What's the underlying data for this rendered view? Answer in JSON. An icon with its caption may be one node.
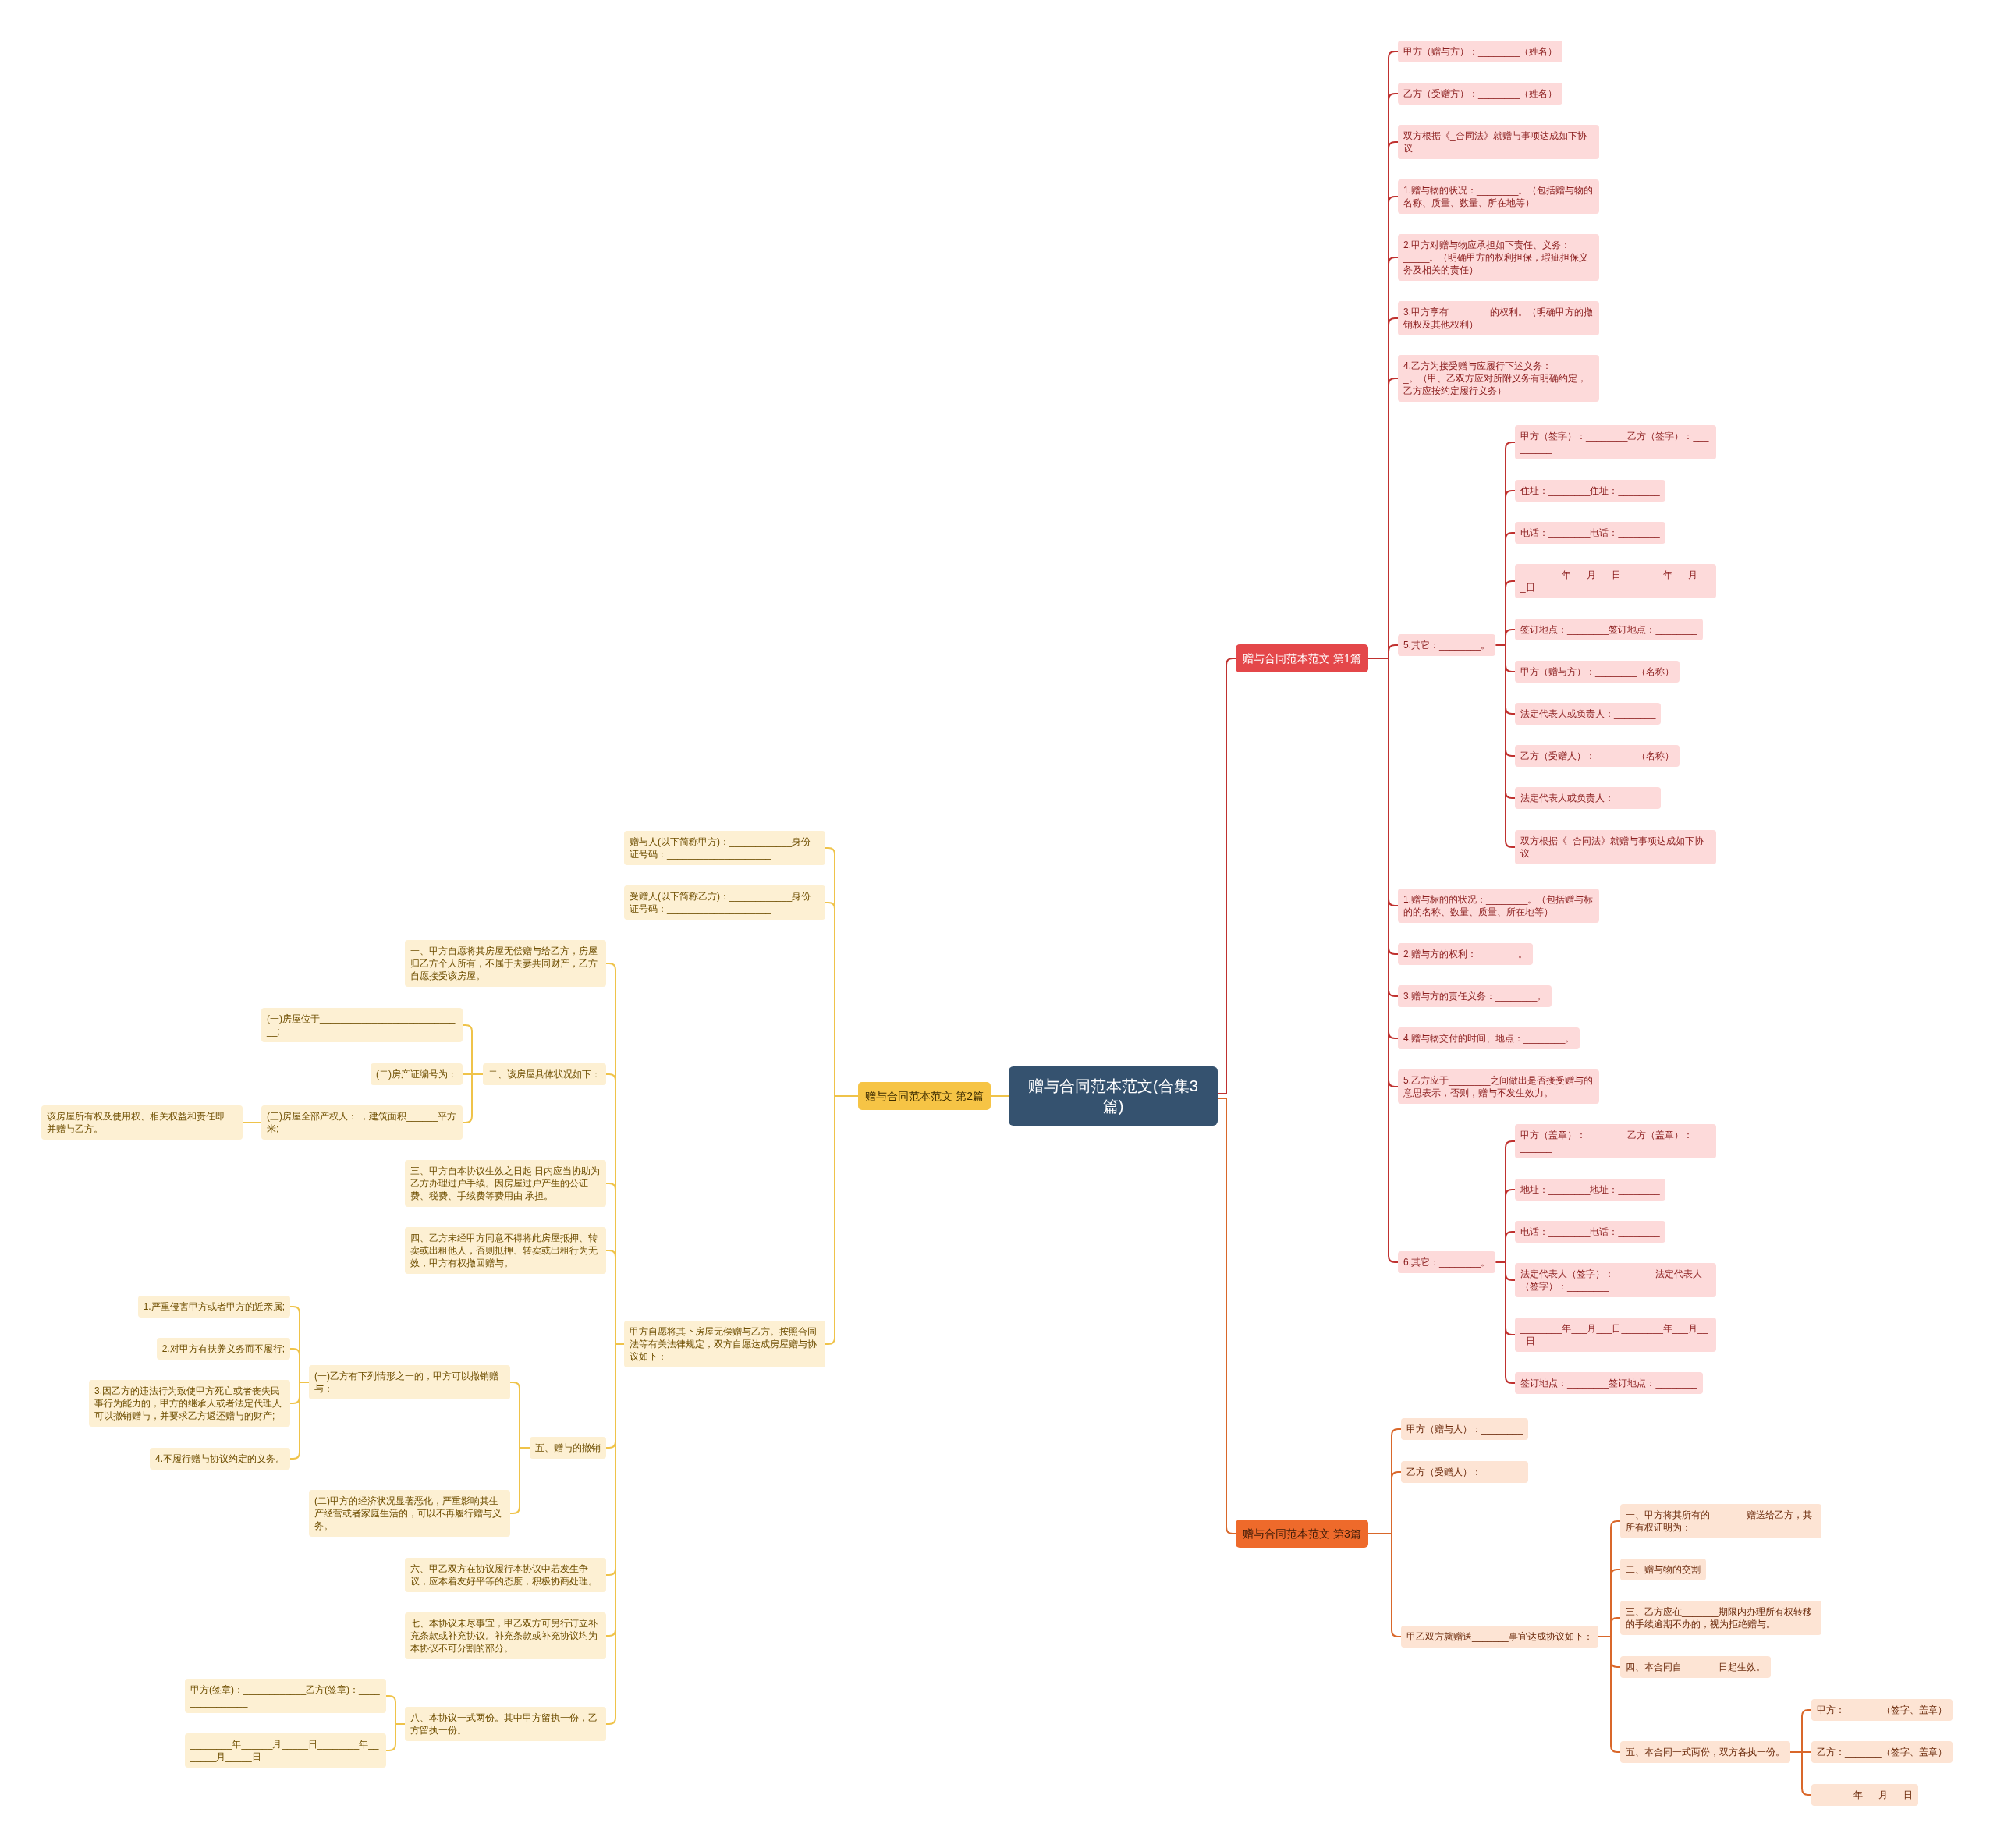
{
  "diagram": {
    "nodes": [
      {
        "text": [
          "赠与合同范本范文(合集3篇)"
        ]
      },
      {
        "text": [
          "赠与合同范本范文 第1篇"
        ]
      },
      {
        "text": [
          "甲方（赠与方）：________（姓名）"
        ]
      },
      {
        "text": [
          "乙方（受赠方）：________（姓名）"
        ]
      },
      {
        "text": [
          "双方根据《_合同法》就赠与事项达成如下协议"
        ]
      },
      {
        "text": [
          "1.赠与物的状况：________。（包括赠与物的名称、质量、数量、所在地等）"
        ]
      },
      {
        "text": [
          "2.甲方对赠与物应承担如下责任、义务：_________。（明确甲方的权利担保，瑕疵担保义务及相关的责任）"
        ]
      },
      {
        "text": [
          "3.甲方享有________的权利。（明确甲方的撤销权及其他权利）"
        ]
      },
      {
        "text": [
          "4.乙方为接受赠与应履行下述义务：_________。（甲、乙双方应对所附义务有明确约定，乙方应按约定履行义务）"
        ]
      },
      {
        "text": [
          "5.其它：________。"
        ]
      },
      {
        "text": [
          "甲方（签字）：________乙方（签字）：_________"
        ]
      },
      {
        "text": [
          "住址：________住址：________"
        ]
      },
      {
        "text": [
          "电话：________电话：________"
        ]
      },
      {
        "text": [
          "________年___月___日________年___月___日"
        ]
      },
      {
        "text": [
          "签订地点：________签订地点：________"
        ]
      },
      {
        "text": [
          "甲方（赠与方）：________（名称）"
        ]
      },
      {
        "text": [
          "法定代表人或负责人：________"
        ]
      },
      {
        "text": [
          "乙方（受赠人）：________（名称）"
        ]
      },
      {
        "text": [
          "法定代表人或负责人：________"
        ]
      },
      {
        "text": [
          "双方根据《_合同法》就赠与事项达成如下协议"
        ]
      },
      {
        "text": [
          "1.赠与标的的状况：________。（包括赠与标的的名称、数量、质量、所在地等）"
        ]
      },
      {
        "text": [
          "2.赠与方的权利：________。"
        ]
      },
      {
        "text": [
          "3.赠与方的责任义务：________。"
        ]
      },
      {
        "text": [
          "4.赠与物交付的时间、地点：________。"
        ]
      },
      {
        "text": [
          "5.乙方应于________之间做出是否接受赠与的意思表示，否则，赠与不发生效力。"
        ]
      },
      {
        "text": [
          "6.其它：________。"
        ]
      },
      {
        "text": [
          "甲方（盖章）：________乙方（盖章）：_________"
        ]
      },
      {
        "text": [
          "地址：________地址：________"
        ]
      },
      {
        "text": [
          "电话：________电话：________"
        ]
      },
      {
        "text": [
          "法定代表人（签字）：________法定代表人（签字）：________"
        ]
      },
      {
        "text": [
          "________年___月___日________年___月___日"
        ]
      },
      {
        "text": [
          "签订地点：________签订地点：________"
        ]
      },
      {
        "text": [
          "赠与合同范本范文 第2篇"
        ]
      },
      {
        "text": [
          "赠与人(以下简称甲方)：____________身份证号码：____________________"
        ]
      },
      {
        "text": [
          "受赠人(以下简称乙方)：____________身份证号码：____________________"
        ]
      },
      {
        "text": [
          "甲方自愿将其下房屋无偿赠与乙方。按照合同法等有关法律规定，双方自愿达成房屋赠与协议如下："
        ]
      },
      {
        "text": [
          "一、甲方自愿将其房屋无偿赠与给乙方，房屋归乙方个人所有，不属于夫妻共同财产，乙方自愿接受该房屋。"
        ]
      },
      {
        "text": [
          "二、该房屋具体状况如下："
        ]
      },
      {
        "text": [
          "(一)房屋位于____________________________;"
        ]
      },
      {
        "text": [
          "(二)房产证编号为："
        ]
      },
      {
        "text": [
          "(三)房屋全部产权人： ，建筑面积______平方米;"
        ]
      },
      {
        "text": [
          "该房屋所有权及使用权、相关权益和责任即一并赠与乙方。"
        ]
      },
      {
        "text": [
          "三、甲方自本协议生效之日起 日内应当协助为乙方办理过户手续。因房屋过户产生的公证费、税费、手续费等费用由 承担。"
        ]
      },
      {
        "text": [
          "四、乙方未经甲方同意不得将此房屋抵押、转卖或出租他人，否则抵押、转卖或出租行为无效，甲方有权撤回赠与。"
        ]
      },
      {
        "text": [
          "五、赠与的撤销"
        ]
      },
      {
        "text": [
          "(一)乙方有下列情形之一的，甲方可以撤销赠与："
        ]
      },
      {
        "text": [
          "1.严重侵害甲方或者甲方的近亲属;"
        ]
      },
      {
        "text": [
          "2.对甲方有扶养义务而不履行;"
        ]
      },
      {
        "text": [
          "3.因乙方的违法行为致使甲方死亡或者丧失民事行为能力的，甲方的继承人或者法定代理人可以撤销赠与，并要求乙方返还赠与的财产;"
        ]
      },
      {
        "text": [
          "4.不履行赠与协议约定的义务。"
        ]
      },
      {
        "text": [
          "(二)甲方的经济状况显著恶化，严重影响其生产经营或者家庭生活的，可以不再履行赠与义务。"
        ]
      },
      {
        "text": [
          "六、甲乙双方在协议履行本协议中若发生争议，应本着友好平等的态度，积极协商处理。"
        ]
      },
      {
        "text": [
          "七、本协议未尽事宜，甲乙双方可另行订立补充条款或补充协议。补充条款或补充协议均为本协议不可分割的部分。"
        ]
      },
      {
        "text": [
          "八、本协议一式两份。其中甲方留执一份，乙方留执一份。"
        ]
      },
      {
        "text": [
          "甲方(签章)：____________乙方(签章)：_______________"
        ]
      },
      {
        "text": [
          "________年______月_____日________年_______月_____日"
        ]
      },
      {
        "text": [
          "赠与合同范本范文 第3篇"
        ]
      },
      {
        "text": [
          "甲方（赠与人）：________"
        ]
      },
      {
        "text": [
          "乙方（受赠人）：________"
        ]
      },
      {
        "text": [
          "甲乙双方就赠送_______事宜达成协议如下："
        ]
      },
      {
        "text": [
          "一、甲方将其所有的_______赠送给乙方，其所有权证明为："
        ]
      },
      {
        "text": [
          "二、赠与物的交割"
        ]
      },
      {
        "text": [
          "三、乙方应在_______期限内办理所有权转移的手续逾期不办的，视为拒绝赠与。"
        ]
      },
      {
        "text": [
          "四、本合同自_______日起生效。"
        ]
      },
      {
        "text": [
          "五、本合同一式两份，双方各执一份。"
        ]
      },
      {
        "text": [
          "甲方：_______（签字、盖章）"
        ]
      },
      {
        "text": [
          "乙方：_______（签字、盖章）"
        ]
      },
      {
        "text": [
          "_______年___月___日"
        ]
      }
    ],
    "edges": [
      {
        "from": 0,
        "to": 1,
        "arrow": "none"
      },
      {
        "from": 0,
        "to": 32,
        "arrow": "none",
        "color": "#efc34a"
      },
      {
        "from": 0,
        "to": 56,
        "arrow": "none",
        "color": "#d9672a"
      },
      {
        "from": 1,
        "to": 2,
        "arrow": "none"
      },
      {
        "from": 1,
        "to": 3,
        "arrow": "none"
      },
      {
        "from": 1,
        "to": 4,
        "arrow": "none"
      },
      {
        "from": 1,
        "to": 5,
        "arrow": "none"
      },
      {
        "from": 1,
        "to": 6,
        "arrow": "none"
      },
      {
        "from": 1,
        "to": 7,
        "arrow": "none"
      },
      {
        "from": 1,
        "to": 8,
        "arrow": "none"
      },
      {
        "from": 1,
        "to": 9,
        "arrow": "none"
      },
      {
        "from": 9,
        "to": 10,
        "arrow": "none"
      },
      {
        "from": 9,
        "to": 11,
        "arrow": "none"
      },
      {
        "from": 9,
        "to": 12,
        "arrow": "none"
      },
      {
        "from": 9,
        "to": 13,
        "arrow": "none"
      },
      {
        "from": 9,
        "to": 14,
        "arrow": "none"
      },
      {
        "from": 9,
        "to": 15,
        "arrow": "none"
      },
      {
        "from": 9,
        "to": 16,
        "arrow": "none"
      },
      {
        "from": 9,
        "to": 17,
        "arrow": "none"
      },
      {
        "from": 9,
        "to": 18,
        "arrow": "none"
      },
      {
        "from": 9,
        "to": 19,
        "arrow": "none"
      },
      {
        "from": 1,
        "to": 20,
        "arrow": "none"
      },
      {
        "from": 1,
        "to": 21,
        "arrow": "none"
      },
      {
        "from": 1,
        "to": 22,
        "arrow": "none"
      },
      {
        "from": 1,
        "to": 23,
        "arrow": "none"
      },
      {
        "from": 1,
        "to": 24,
        "arrow": "none"
      },
      {
        "from": 1,
        "to": 25,
        "arrow": "none"
      },
      {
        "from": 25,
        "to": 26,
        "arrow": "none"
      },
      {
        "from": 25,
        "to": 27,
        "arrow": "none"
      },
      {
        "from": 25,
        "to": 28,
        "arrow": "none"
      },
      {
        "from": 25,
        "to": 29,
        "arrow": "none"
      },
      {
        "from": 25,
        "to": 30,
        "arrow": "none"
      },
      {
        "from": 25,
        "to": 31,
        "arrow": "none"
      },
      {
        "from": 32,
        "to": 33,
        "arrow": "none",
        "color": "#efc34a"
      },
      {
        "from": 32,
        "to": 34,
        "arrow": "none",
        "color": "#efc34a"
      },
      {
        "from": 32,
        "to": 35,
        "arrow": "none",
        "color": "#efc34a"
      },
      {
        "from": 35,
        "to": 36,
        "arrow": "none",
        "color": "#efc34a"
      },
      {
        "from": 35,
        "to": 37,
        "arrow": "none",
        "color": "#efc34a"
      },
      {
        "from": 37,
        "to": 38,
        "arrow": "none",
        "color": "#efc34a"
      },
      {
        "from": 37,
        "to": 39,
        "arrow": "none",
        "color": "#efc34a"
      },
      {
        "from": 37,
        "to": 40,
        "arrow": "none",
        "color": "#efc34a"
      },
      {
        "from": 40,
        "to": 41,
        "arrow": "none",
        "color": "#efc34a"
      },
      {
        "from": 35,
        "to": 42,
        "arrow": "none",
        "color": "#efc34a"
      },
      {
        "from": 35,
        "to": 43,
        "arrow": "none",
        "color": "#efc34a"
      },
      {
        "from": 35,
        "to": 44,
        "arrow": "none",
        "color": "#efc34a"
      },
      {
        "from": 44,
        "to": 45,
        "arrow": "none",
        "color": "#efc34a"
      },
      {
        "from": 45,
        "to": 46,
        "arrow": "none",
        "color": "#efc34a"
      },
      {
        "from": 45,
        "to": 47,
        "arrow": "none",
        "color": "#efc34a"
      },
      {
        "from": 45,
        "to": 48,
        "arrow": "none",
        "color": "#efc34a"
      },
      {
        "from": 45,
        "to": 49,
        "arrow": "none",
        "color": "#efc34a"
      },
      {
        "from": 44,
        "to": 50,
        "arrow": "none",
        "color": "#efc34a"
      },
      {
        "from": 35,
        "to": 51,
        "arrow": "none",
        "color": "#efc34a"
      },
      {
        "from": 35,
        "to": 52,
        "arrow": "none",
        "color": "#efc34a"
      },
      {
        "from": 35,
        "to": 53,
        "arrow": "none",
        "color": "#efc34a"
      },
      {
        "from": 53,
        "to": 54,
        "arrow": "none",
        "color": "#efc34a"
      },
      {
        "from": 53,
        "to": 55,
        "arrow": "none",
        "color": "#efc34a"
      },
      {
        "from": 56,
        "to": 57,
        "arrow": "none",
        "color": "#d9672a"
      },
      {
        "from": 56,
        "to": 58,
        "arrow": "none",
        "color": "#d9672a"
      },
      {
        "from": 56,
        "to": 59,
        "arrow": "none",
        "color": "#d9672a"
      },
      {
        "from": 59,
        "to": 60,
        "arrow": "none",
        "color": "#d9672a"
      },
      {
        "from": 59,
        "to": 61,
        "arrow": "none",
        "color": "#d9672a"
      },
      {
        "from": 59,
        "to": 62,
        "arrow": "none",
        "color": "#d9672a"
      },
      {
        "from": 59,
        "to": 63,
        "arrow": "none",
        "color": "#d9672a"
      },
      {
        "from": 59,
        "to": 64,
        "arrow": "none",
        "color": "#d9672a"
      },
      {
        "from": 64,
        "to": 65,
        "arrow": "none",
        "color": "#d9672a"
      },
      {
        "from": 64,
        "to": 66,
        "arrow": "none",
        "color": "#d9672a"
      },
      {
        "from": 64,
        "to": 67,
        "arrow": "none",
        "color": "#d9672a"
      }
    ]
  }
}
